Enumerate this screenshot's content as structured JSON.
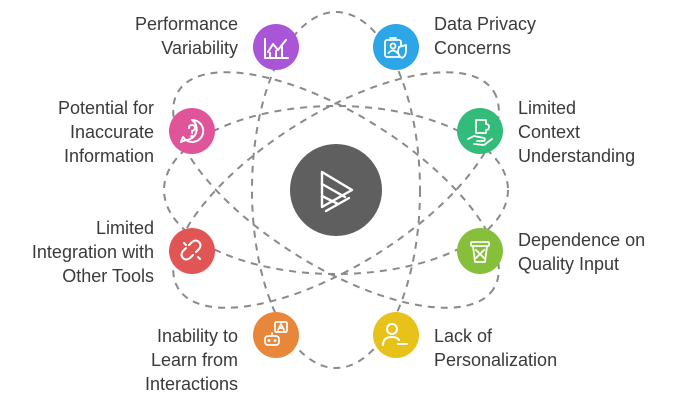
{
  "colors": {
    "center": "#5f5f5f",
    "orbit": "#8a8a8a",
    "performance_variability": "#a855d8",
    "potential_inaccurate": "#e0559a",
    "limited_integration": "#e25555",
    "inability_to_learn": "#e8873a",
    "data_privacy": "#2ca6e6",
    "limited_context": "#33bb7a",
    "dependence_quality": "#86bf3a",
    "lack_personalization": "#e6c21a"
  },
  "center_icon": "play-stack-icon",
  "nodes": [
    {
      "id": "performance_variability",
      "icon": "trend-chart-icon",
      "lines": [
        "Performance",
        "Variability"
      ]
    },
    {
      "id": "potential_inaccurate",
      "icon": "question-bubble-icon",
      "lines": [
        "Potential for",
        "Inaccurate",
        "Information"
      ]
    },
    {
      "id": "limited_integration",
      "icon": "broken-link-icon",
      "lines": [
        "Limited",
        "Integration with",
        "Other Tools"
      ]
    },
    {
      "id": "inability_to_learn",
      "icon": "translate-chat-icon",
      "lines": [
        "Inability to",
        "Learn from",
        "Interactions"
      ]
    },
    {
      "id": "data_privacy",
      "icon": "id-badge-shield-icon",
      "lines": [
        "Data Privacy",
        "Concerns"
      ]
    },
    {
      "id": "limited_context",
      "icon": "hand-puzzle-icon",
      "lines": [
        "Limited",
        "Context",
        "Understanding"
      ]
    },
    {
      "id": "dependence_quality",
      "icon": "filter-basket-icon",
      "lines": [
        "Dependence on",
        "Quality Input"
      ]
    },
    {
      "id": "lack_personalization",
      "icon": "user-minus-icon",
      "lines": [
        "Lack of",
        "Personalization"
      ]
    }
  ]
}
